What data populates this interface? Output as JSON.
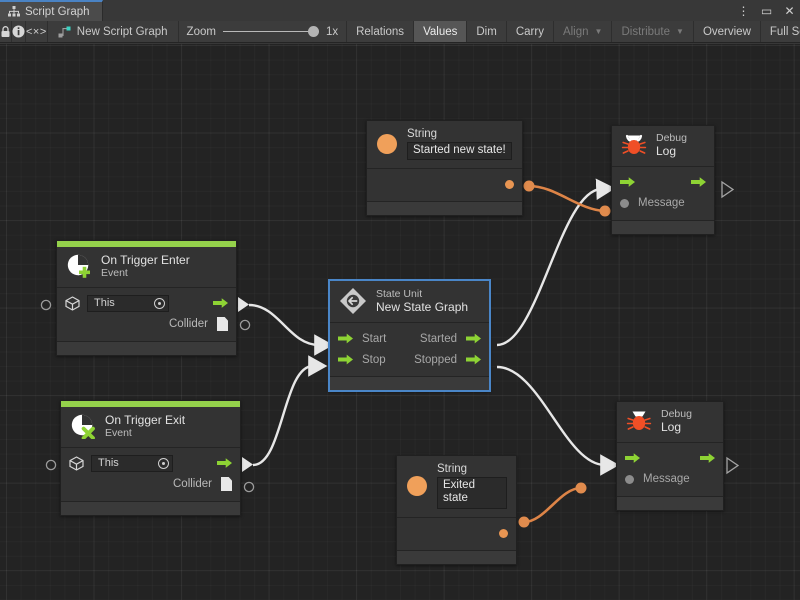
{
  "window": {
    "tab_label": "Script Graph",
    "tab_icon": "graph-icon",
    "buttons": {
      "menu": "⋮",
      "maximize": "▭",
      "close": "✕"
    }
  },
  "toolbar": {
    "lock_icon": "lock-icon",
    "info_icon": "info-icon",
    "code_icon": "<×>",
    "breadcrumb": "New Script Graph",
    "breadcrumb_icon": "script-graph-icon",
    "zoom_label": "Zoom",
    "zoom_value": "1x",
    "buttons": [
      {
        "label": "Relations",
        "state": "normal",
        "caret": false
      },
      {
        "label": "Values",
        "state": "active",
        "caret": false
      },
      {
        "label": "Dim",
        "state": "normal",
        "caret": false
      },
      {
        "label": "Carry",
        "state": "normal",
        "caret": false
      },
      {
        "label": "Align",
        "state": "disabled",
        "caret": true
      },
      {
        "label": "Distribute",
        "state": "disabled",
        "caret": true
      },
      {
        "label": "Overview",
        "state": "normal",
        "caret": false
      },
      {
        "label": "Full Scr",
        "state": "normal",
        "caret": false
      }
    ]
  },
  "colors": {
    "accent_green": "#94d14b",
    "flow_green": "#8ed334",
    "value_orange": "#e89552",
    "literal_orange": "#f0a05a",
    "selection_blue": "#4a86c8",
    "tab_blue": "#4a83c4",
    "canvas_bg": "#232323",
    "node_bg": "#333333"
  },
  "nodes": {
    "string_top": {
      "title": "String",
      "value": "Started new state!",
      "icon": "string-literal-icon"
    },
    "string_bottom": {
      "title": "String",
      "value": "Exited state",
      "icon": "string-literal-icon"
    },
    "debug_log_top": {
      "title": "Debug",
      "subtitle": "Log",
      "icon": "bug-icon",
      "message_label": "Message"
    },
    "debug_log_bottom": {
      "title": "Debug",
      "subtitle": "Log",
      "icon": "bug-icon",
      "message_label": "Message"
    },
    "state_unit": {
      "title": "State Unit",
      "subtitle": "New  State  Graph",
      "icon": "state-unit-icon",
      "selected": true,
      "inputs": [
        "Start",
        "Stop"
      ],
      "outputs": [
        "Started",
        "Stopped"
      ]
    },
    "on_trigger_enter": {
      "title": "On Trigger Enter",
      "subtitle": "Event",
      "icon": "trigger-enter-icon",
      "target_value": "This",
      "output_label": "Collider"
    },
    "on_trigger_exit": {
      "title": "On Trigger Exit",
      "subtitle": "Event",
      "icon": "trigger-exit-icon",
      "target_value": "This",
      "output_label": "Collider"
    }
  }
}
